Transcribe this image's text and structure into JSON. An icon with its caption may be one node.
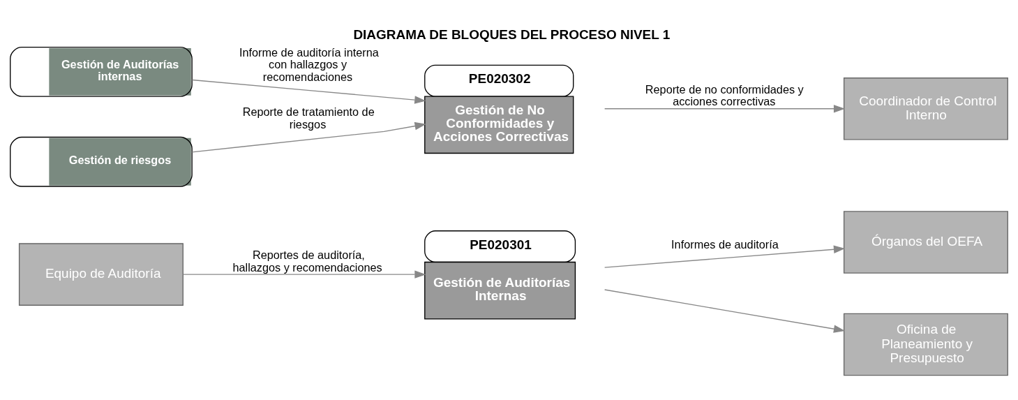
{
  "diagram": {
    "title": "DIAGRAMA DE BLOQUES DEL PROCESO NIVEL 1",
    "nodes": [
      {
        "text": [
          "Equipo de Auditoría"
        ]
      },
      {
        "text": [
          "PE020301",
          "Gestión de Auditorías Internas"
        ]
      },
      {
        "text": [
          "Órganos del OEFA"
        ]
      },
      {
        "text": [
          "Oficina de Planeamiento y Presupuesto"
        ]
      },
      {
        "text": [
          "Gestión de Auditorías internas"
        ]
      },
      {
        "text": [
          "Gestión de riesgos"
        ]
      },
      {
        "text": [
          "PE020302",
          "Gestión de No Conformidades y Acciones Correctivas"
        ]
      },
      {
        "text": [
          "Coordinador de Control Interno"
        ]
      }
    ],
    "edges": [
      {
        "from": 0,
        "to": 1,
        "arrow": "to",
        "label": "Reportes de auditoría, hallazgos y recomendaciones"
      },
      {
        "from": 1,
        "to": 2,
        "arrow": "to",
        "label": "Informes de auditoría"
      },
      {
        "from": 1,
        "to": 3,
        "arrow": "to"
      },
      {
        "from": 4,
        "to": 6,
        "arrow": "to",
        "label": "Informe de auditoría interna con hallazgos y recomendaciones"
      },
      {
        "from": 5,
        "to": 6,
        "arrow": "to",
        "label": "Reporte de tratamiento de riesgos"
      },
      {
        "from": 6,
        "to": 7,
        "arrow": "to",
        "label": "Reporte de no conformidades y acciones correctivas"
      }
    ]
  }
}
